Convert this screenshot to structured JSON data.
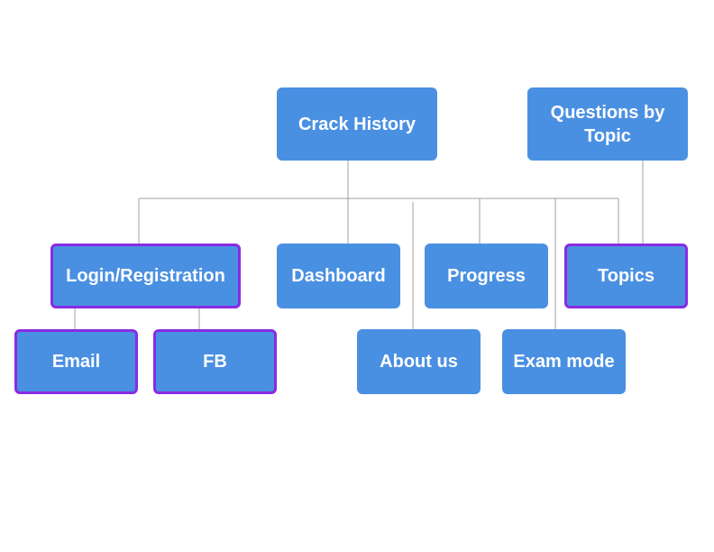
{
  "nodes": {
    "crack_history": "Crack History",
    "questions_by_topic": "Questions by Topic",
    "login_registration": "Login/Registration",
    "dashboard": "Dashboard",
    "progress": "Progress",
    "topics": "Topics",
    "email": "Email",
    "fb": "FB",
    "about_us": "About us",
    "exam_mode": "Exam mode"
  },
  "colors": {
    "node_fill": "#4a90e2",
    "node_text": "#ffffff",
    "highlight_border": "#8a2be2",
    "connector": "#a0a0a0"
  }
}
